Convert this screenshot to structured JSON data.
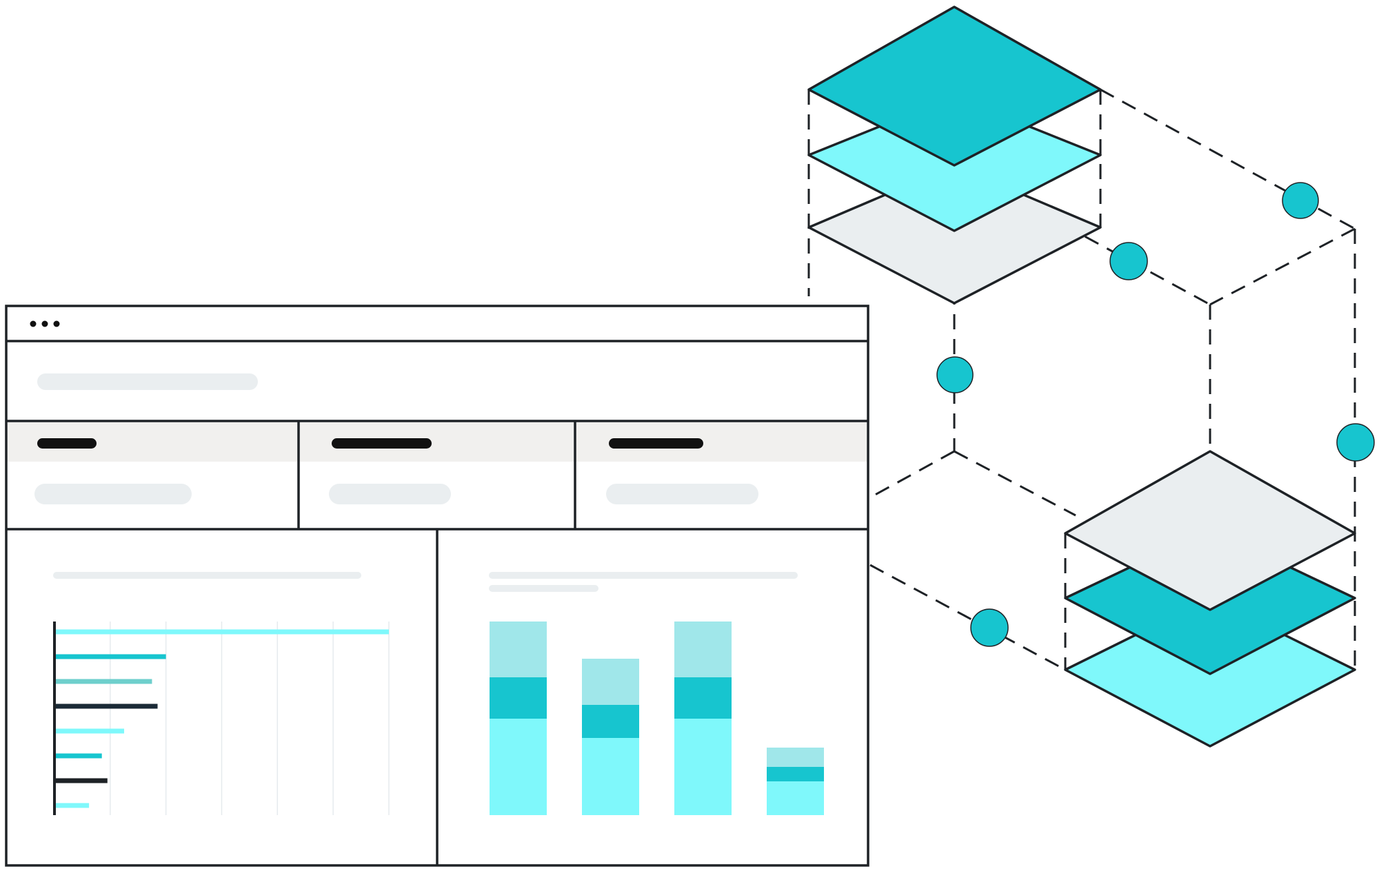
{
  "colors": {
    "teal": "#17c5cf",
    "cyan_light": "#7ff8fb",
    "teal_pale": "#a0e7ea",
    "teal_muted": "#6ecfcc",
    "gray_light": "#eaeef0",
    "header_gray": "#f1f0ee",
    "navy": "#1b2a36",
    "outline": "#1e2226"
  },
  "window": {
    "menu_icon": "ellipsis-icon",
    "tiles": 3,
    "panels": 2
  },
  "layers": {
    "top_stack": [
      "teal",
      "cyan_light",
      "gray_light"
    ],
    "bottom_stack": [
      "gray_light",
      "teal",
      "cyan_light"
    ]
  },
  "chart_data": [
    {
      "type": "bar",
      "orientation": "horizontal",
      "values": [
        6,
        2,
        1.75,
        1.85,
        1.25,
        0.85,
        0.95,
        0.62
      ],
      "colors": [
        "cyan_light",
        "teal",
        "teal_muted",
        "navy",
        "cyan_light",
        "teal",
        "outline",
        "cyan_light"
      ],
      "xlim": [
        0,
        6
      ],
      "grid": true
    },
    {
      "type": "bar",
      "stacked": true,
      "categories": [
        "",
        "",
        "",
        ""
      ],
      "series": [
        {
          "color": "cyan_light",
          "values": [
            140,
            112,
            140,
            49
          ]
        },
        {
          "color": "teal",
          "values": [
            60,
            48,
            60,
            21
          ]
        },
        {
          "color": "teal_pale",
          "values": [
            81,
            67,
            81,
            28
          ]
        }
      ],
      "ylim": [
        0,
        281
      ]
    }
  ]
}
